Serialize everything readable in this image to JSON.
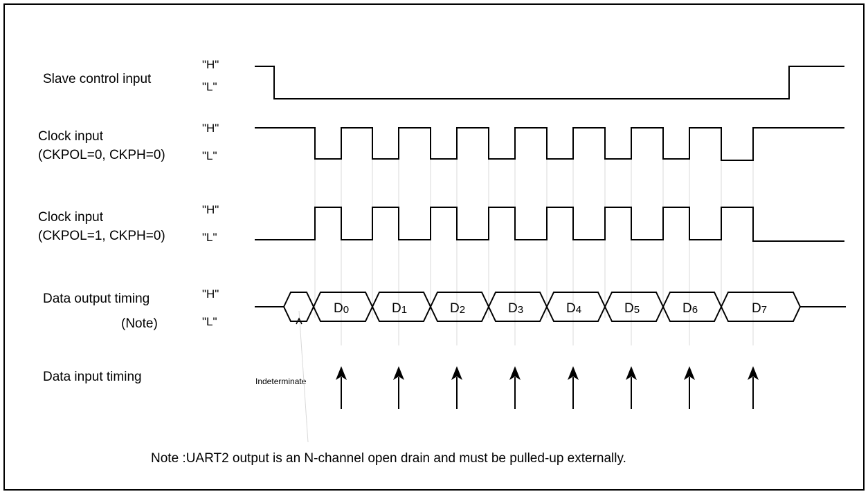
{
  "signals": [
    {
      "name": "Slave control input",
      "sub": "",
      "high": "\"H\"",
      "low": "\"L\""
    },
    {
      "name": "Clock input",
      "sub": "(CKPOL=0, CKPH=0)",
      "high": "\"H\"",
      "low": "\"L\""
    },
    {
      "name": "Clock input",
      "sub": "(CKPOL=1, CKPH=0)",
      "high": "\"H\"",
      "low": "\"L\""
    },
    {
      "name": "Data output timing",
      "sub": "(Note)",
      "high": "\"H\"",
      "low": "\"L\""
    },
    {
      "name": "Data input timing"
    }
  ],
  "data_bits": [
    {
      "main": "D",
      "sub": "0"
    },
    {
      "main": "D",
      "sub": "1"
    },
    {
      "main": "D",
      "sub": "2"
    },
    {
      "main": "D",
      "sub": "3"
    },
    {
      "main": "D",
      "sub": "4"
    },
    {
      "main": "D",
      "sub": "5"
    },
    {
      "main": "D",
      "sub": "6"
    },
    {
      "main": "D",
      "sub": "7"
    }
  ],
  "indeterminate_label": "Indeterminate",
  "note": "Note :UART2 output is an N-channel open drain and must be pulled-up externally."
}
